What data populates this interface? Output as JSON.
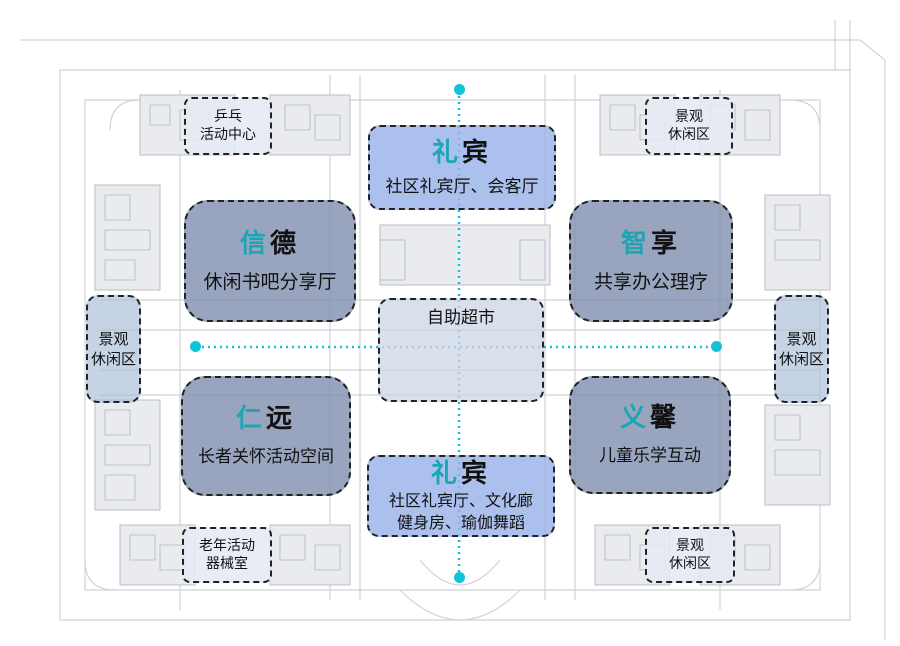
{
  "colors": {
    "accent": "#1aa6b4",
    "axis": "#12c3d8",
    "dark_zone": "#808faf",
    "blue_zone": "#98b2e8"
  },
  "zones": {
    "top_reception": {
      "char1": "礼",
      "char2": "宾",
      "desc": "社区礼宾厅、会客厅"
    },
    "bottom_reception": {
      "char1": "礼",
      "char2": "宾",
      "desc_line1": "社区礼宾厅、文化廊",
      "desc_line2": "健身房、瑜伽舞蹈"
    },
    "xinde": {
      "char1": "信",
      "char2": "德",
      "desc": "休闲书吧分享厅"
    },
    "zhixiang": {
      "char1": "智",
      "char2": "享",
      "desc": "共享办公理疗"
    },
    "renyuan": {
      "char1": "仁",
      "char2": "远",
      "desc": "长者关怀活动空间"
    },
    "yixin": {
      "char1": "义",
      "char2": "馨",
      "desc": "儿童乐学互动"
    },
    "supermarket": {
      "desc": "自助超市"
    },
    "pingpong": {
      "line1": "乒乓",
      "line2": "活动中心"
    },
    "landscape_top_right": {
      "line1": "景观",
      "line2": "休闲区"
    },
    "landscape_left": {
      "line1": "景观",
      "line2": "休闲区"
    },
    "landscape_right": {
      "line1": "景观",
      "line2": "休闲区"
    },
    "elderly_equipment": {
      "line1": "老年活动",
      "line2": "器械室"
    },
    "landscape_bottom_right": {
      "line1": "景观",
      "line2": "休闲区"
    }
  }
}
